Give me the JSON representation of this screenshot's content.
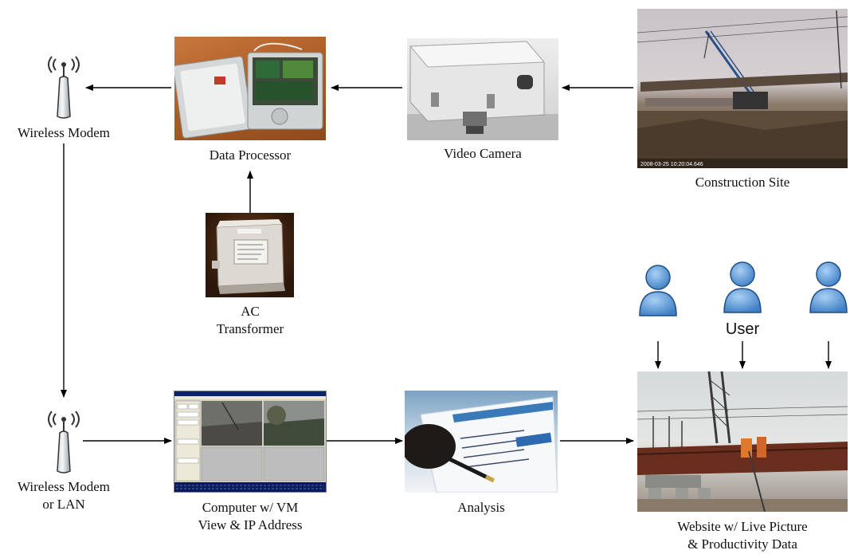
{
  "nodes": {
    "wireless_modem_top": "Wireless Modem",
    "data_processor": "Data Processor",
    "video_camera": "Video Camera",
    "construction_site": "Construction Site",
    "ac_transformer": "AC\nTransformer",
    "wireless_modem_bottom": "Wireless Modem\nor LAN",
    "computer": "Computer w/ VM\nView & IP Address",
    "analysis": "Analysis",
    "website": "Website w/ Live Picture\n& Productivity Data",
    "user": "User"
  },
  "photo_text": {
    "site_timestamp": "2008-03-25   10:20:04.646"
  },
  "icons": {
    "modem": "antenna-icon",
    "user": "person-icon"
  },
  "colors": {
    "user_fill": "#5b9bdc",
    "user_stroke": "#1f4f86",
    "arrow": "#000000"
  }
}
